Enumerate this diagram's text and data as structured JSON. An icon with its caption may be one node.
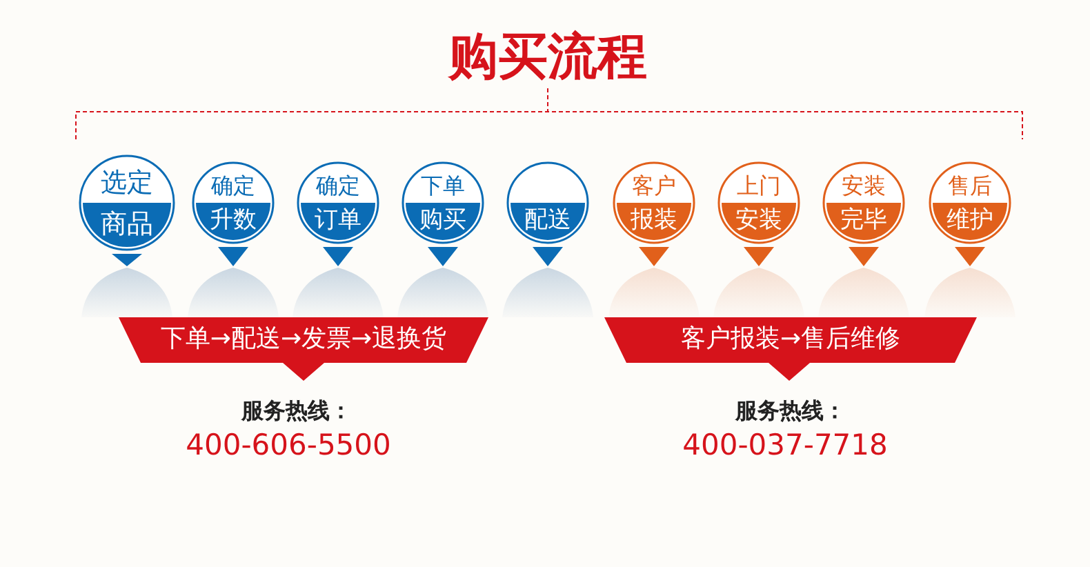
{
  "diagram": {
    "title": "购买流程",
    "nodes": [
      {
        "text": [
          "选定",
          "商品"
        ]
      },
      {
        "text": [
          "确定",
          "升数"
        ]
      },
      {
        "text": [
          "确定",
          "订单"
        ]
      },
      {
        "text": [
          "下单",
          "购买"
        ]
      },
      {
        "text": [
          "配送"
        ]
      },
      {
        "text": [
          "客户",
          "报装"
        ]
      },
      {
        "text": [
          "上门",
          "安装"
        ]
      },
      {
        "text": [
          "安装",
          "完毕"
        ]
      },
      {
        "text": [
          "售后",
          "维护"
        ]
      },
      {
        "text": [
          "下单→配送→发票→退换货"
        ]
      },
      {
        "text": [
          "客户报装→售后维修"
        ]
      }
    ],
    "labels": [
      "服务热线：",
      "400-606-5500",
      "服务热线：",
      "400-037-7718"
    ]
  }
}
